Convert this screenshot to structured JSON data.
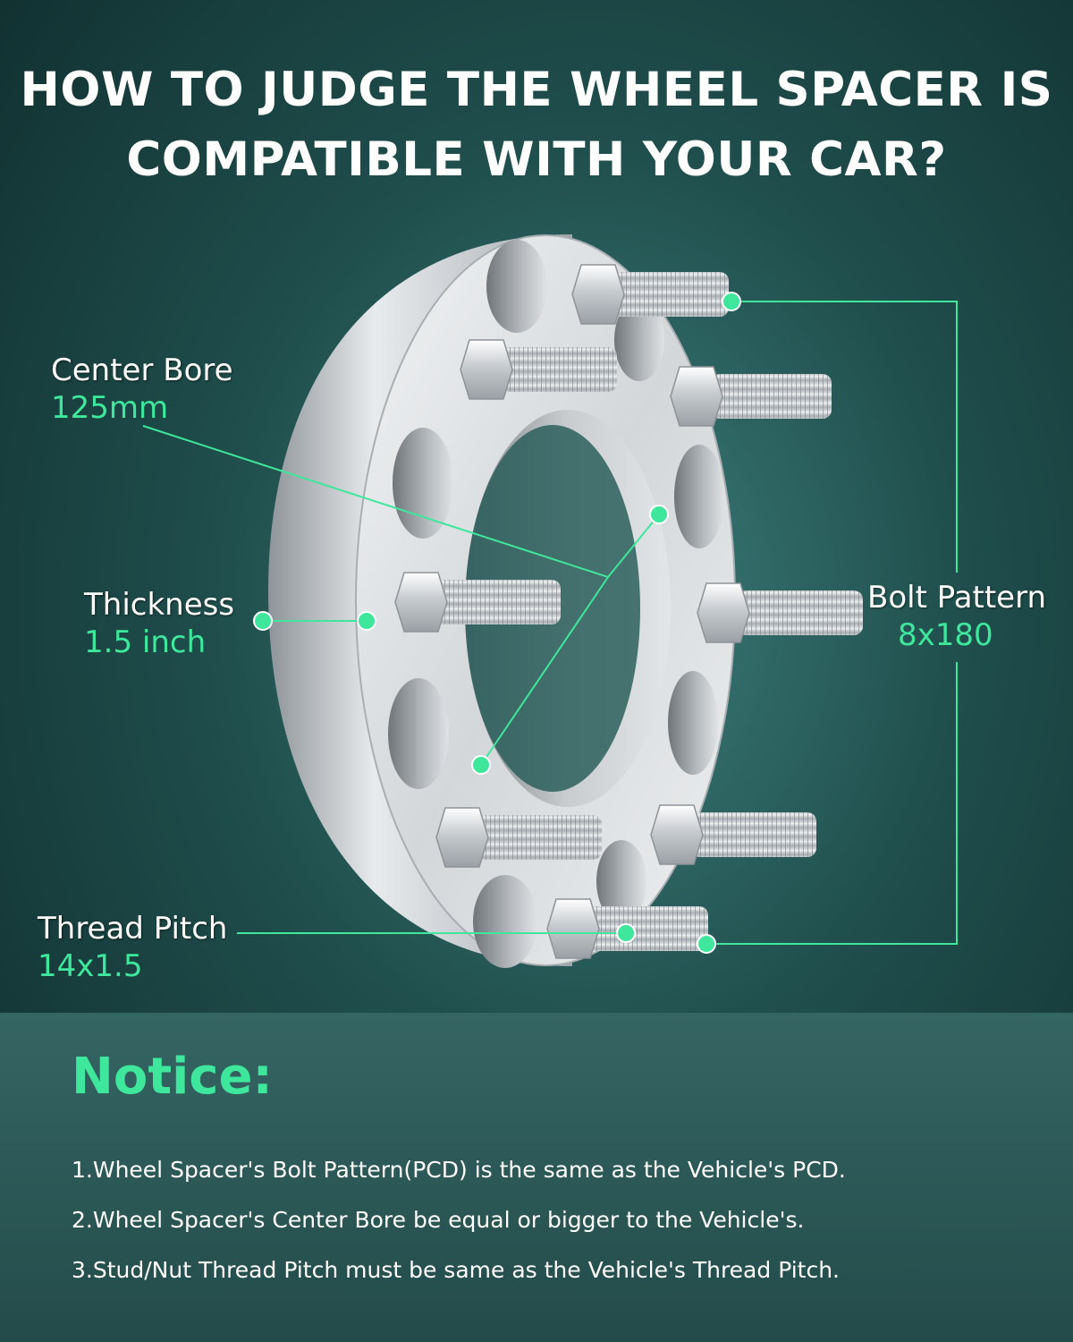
{
  "headline": {
    "line1": "HOW TO JUDGE THE WHEEL SPACER IS",
    "line2": "COMPATIBLE WITH YOUR CAR?"
  },
  "specs": {
    "center_bore": {
      "label": "Center Bore",
      "value": "125mm"
    },
    "thickness": {
      "label": "Thickness",
      "value": "1.5 inch"
    },
    "bolt_pattern": {
      "label": "Bolt Pattern",
      "value": "8x180"
    },
    "thread_pitch": {
      "label": "Thread Pitch",
      "value": "14x1.5"
    }
  },
  "notice": {
    "title": "Notice:",
    "items": [
      "1.Wheel Spacer's Bolt Pattern(PCD) is the same as the Vehicle's PCD.",
      "2.Wheel Spacer's Center Bore be equal or bigger to the Vehicle's.",
      "3.Stud/Nut Thread Pitch must be same as the Vehicle's Thread Pitch."
    ]
  },
  "colors": {
    "accent_green": "#3ee79c",
    "background_teal": "#2a5654",
    "aluminum": "#d8dcdf"
  }
}
